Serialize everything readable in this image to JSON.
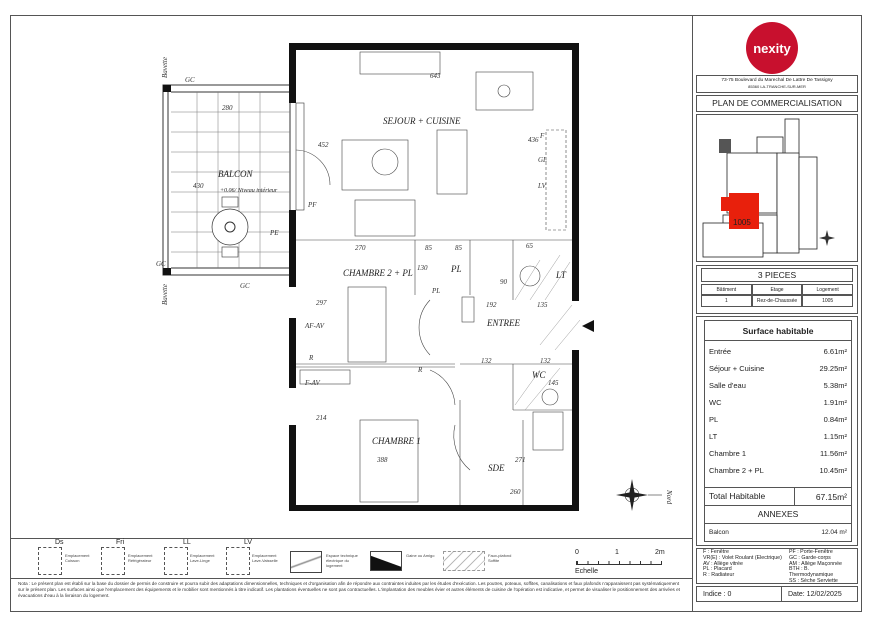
{
  "header": {
    "logo_text": "nexity",
    "brand_color": "#c8102e",
    "address_line1": "73-75 Boulevard du Marechal De Lattre De Tassigny",
    "address_line2": "85360 LA-TRANCHE-SUR-MER",
    "title": "PLAN DE COMMERCIALISATION"
  },
  "site_plan": {
    "highlight_label": "1005",
    "highlight_color": "#e8200c"
  },
  "unit": {
    "type": "3 PIECES",
    "columns": [
      "Bâtiment",
      "Etage",
      "Logement"
    ],
    "values": [
      "1",
      "Rez-de-Chaussée",
      "1005"
    ]
  },
  "surface": {
    "title": "Surface habitable",
    "rows": [
      {
        "label": "Entrée",
        "value": "6.61m²"
      },
      {
        "label": "Séjour + Cuisine",
        "value": "29.25m²"
      },
      {
        "label": "Salle d'eau",
        "value": "5.38m²"
      },
      {
        "label": "WC",
        "value": "1.91m²"
      },
      {
        "label": "PL",
        "value": "0.84m²"
      },
      {
        "label": "LT",
        "value": "1.15m²"
      },
      {
        "label": "Chambre 1",
        "value": "11.56m²"
      },
      {
        "label": "Chambre 2 + PL",
        "value": "10.45m²"
      }
    ],
    "total_label": "Total Habitable",
    "total_value": "67.15m²",
    "annexes_title": "ANNEXES",
    "annexes": [
      {
        "label": "Balcon",
        "value": "12.04 m²"
      }
    ]
  },
  "abbreviations": {
    "left": [
      "F : Fenêtre",
      "VR(E) : Volet Roulant (Electrique)",
      "AV : Allège vitrée",
      "PL : Placard",
      "R : Radiateur"
    ],
    "right": [
      "PF : Porte-Fenêtre",
      "GC : Garde-corps",
      "AM : Allège Maçonnée",
      "BTH : B. Thermodynamique",
      "SS : Sèche Serviette"
    ]
  },
  "footer": {
    "indice": "Indice : 0",
    "date": "Date: 12/02/2025"
  },
  "plan": {
    "rooms": {
      "sejour": "SEJOUR + CUISINE",
      "balcon": "BALCON",
      "balcon_level": "+0.06/ Niveau intérieur",
      "chambre2": "CHAMBRE 2 + PL",
      "pl": "PL",
      "lt": "LT",
      "entree": "ENTREE",
      "wc": "WC",
      "chambre1": "CHAMBRE 1",
      "sde": "SDE"
    },
    "dims": [
      "643",
      "452",
      "436",
      "280",
      "430",
      "270",
      "85",
      "85",
      "130",
      "65",
      "90",
      "192",
      "135",
      "132",
      "132",
      "145",
      "297",
      "214",
      "388",
      "271",
      "260"
    ],
    "markers": [
      "GC",
      "GC",
      "GC",
      "PF",
      "PE",
      "PL",
      "F",
      "GL",
      "LV",
      "R",
      "R",
      "AF-AV",
      "F-AV",
      "Bavette",
      "Bavette",
      "Nord"
    ]
  },
  "legend": {
    "items": [
      {
        "code": "Ds",
        "text": "Emplacement Cuisson"
      },
      {
        "code": "Fri",
        "text": "Emplacement Réfrigérateur"
      },
      {
        "code": "LL",
        "text": "Emplacement Lave-Linge"
      },
      {
        "code": "LV",
        "text": "Emplacement Lave-Vaisselle"
      },
      {
        "code": "",
        "text": "Espace technique électrique du logement"
      },
      {
        "code": "",
        "text": "Gaine ou Amigo"
      },
      {
        "code": "",
        "text": "Faux-plafond Soffite"
      }
    ],
    "scale_ticks": [
      "0",
      "1",
      "2m"
    ],
    "scale_label": "Echelle"
  },
  "note": "Nota : Le présent plan est établi sur la base du dossier de permis de construire et pourra subir des adaptations dimensionnelles, techniques et d'organisation afin de répondre aux contraintes induites par les études d'exécution. Les poutres, poteaux, soffites, canalisations et faux plafonds n'apparaissent pas systématiquement sur le présent plan. Les surfaces ainsi que l'emplacement des équipements et le mobilier sont mentionnés à titre indicatif. Les plantations éventuelles ne sont pas contractuelles. L'implantation des meubles évier et autres éléments de cuisine de l'opération est indicative, et permet de visualiser le positionnement des arrivées et évacuations d'eau à la livraison du logement."
}
